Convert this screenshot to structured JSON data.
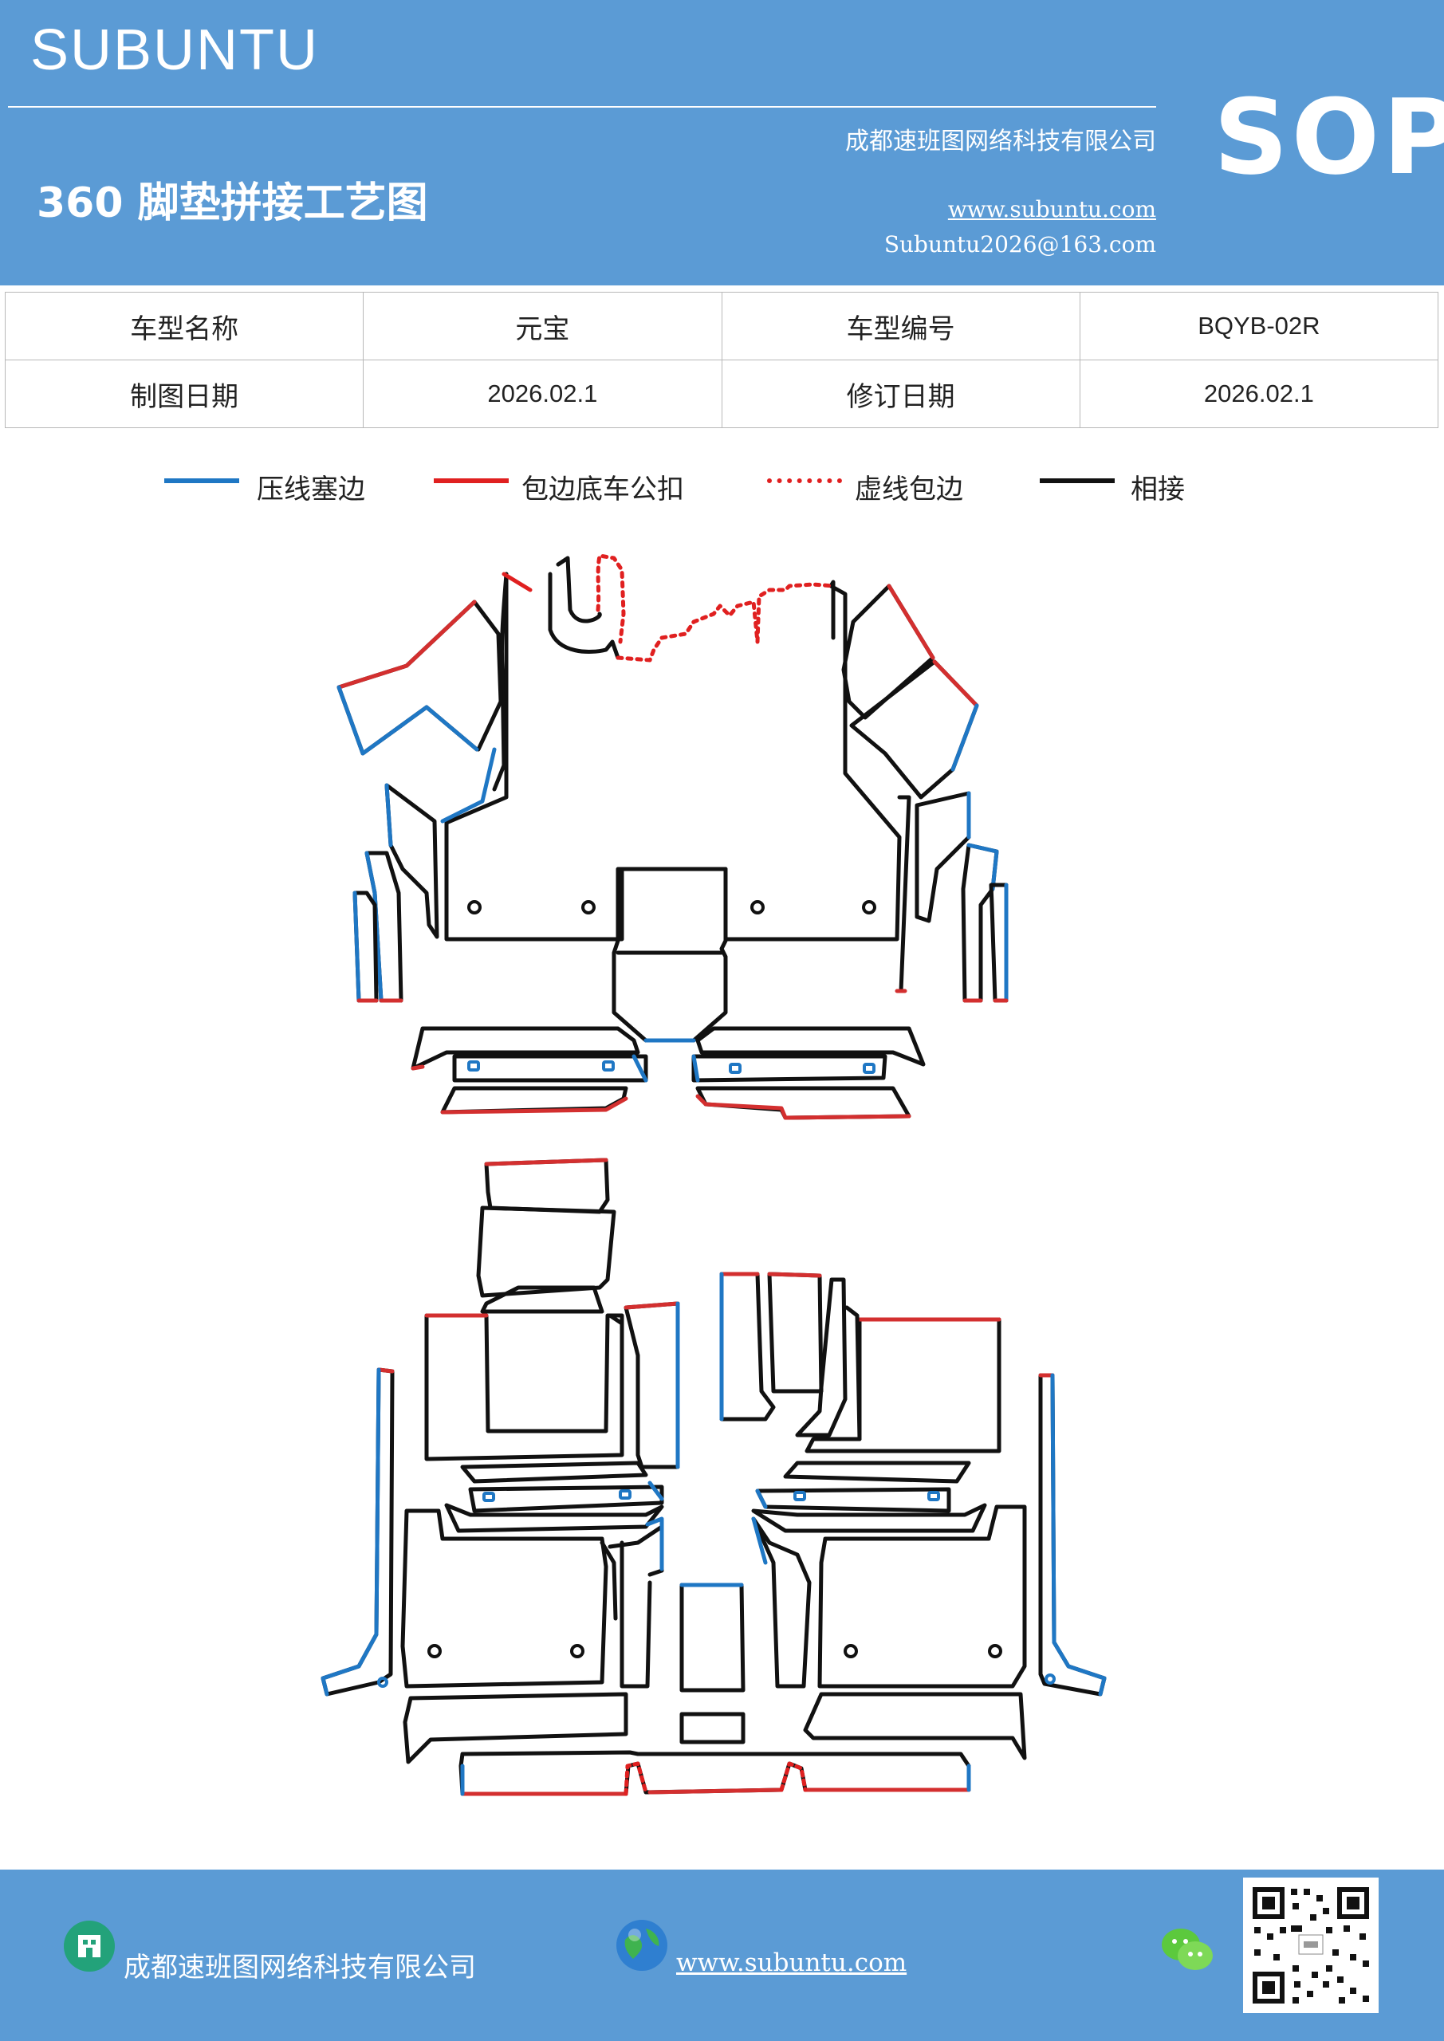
{
  "header": {
    "brand": "SUBUNTU",
    "company": "成都速班图网络科技有限公司",
    "title": "360 脚垫拼接工艺图",
    "website": "www.subuntu.com",
    "email": "Subuntu2026@163.com",
    "badge": "SOP"
  },
  "info_table": {
    "rows": [
      [
        "车型名称",
        "元宝",
        "车型编号",
        "BQYB-02R"
      ],
      [
        "制图日期",
        "2026.02.1",
        "修订日期",
        "2026.02.1"
      ]
    ]
  },
  "legend": {
    "items": [
      {
        "label": "压线塞边",
        "color": "#1f77c4",
        "style": "solid"
      },
      {
        "label": "包边底车公扣",
        "color": "#e02020",
        "style": "solid"
      },
      {
        "label": "虚线包边",
        "color": "#e02020",
        "style": "dotted"
      },
      {
        "label": "相接",
        "color": "#111111",
        "style": "solid"
      }
    ]
  },
  "colors": {
    "header_bg": "#5b9bd5",
    "blue_line": "#1f77c4",
    "red_line": "#d32f2f",
    "black_line": "#111111"
  },
  "footer": {
    "company": "成都速班图网络科技有限公司",
    "website": "www.subuntu.com",
    "icons": [
      "building-icon",
      "globe-icon",
      "wechat-icon",
      "qr-code"
    ]
  }
}
